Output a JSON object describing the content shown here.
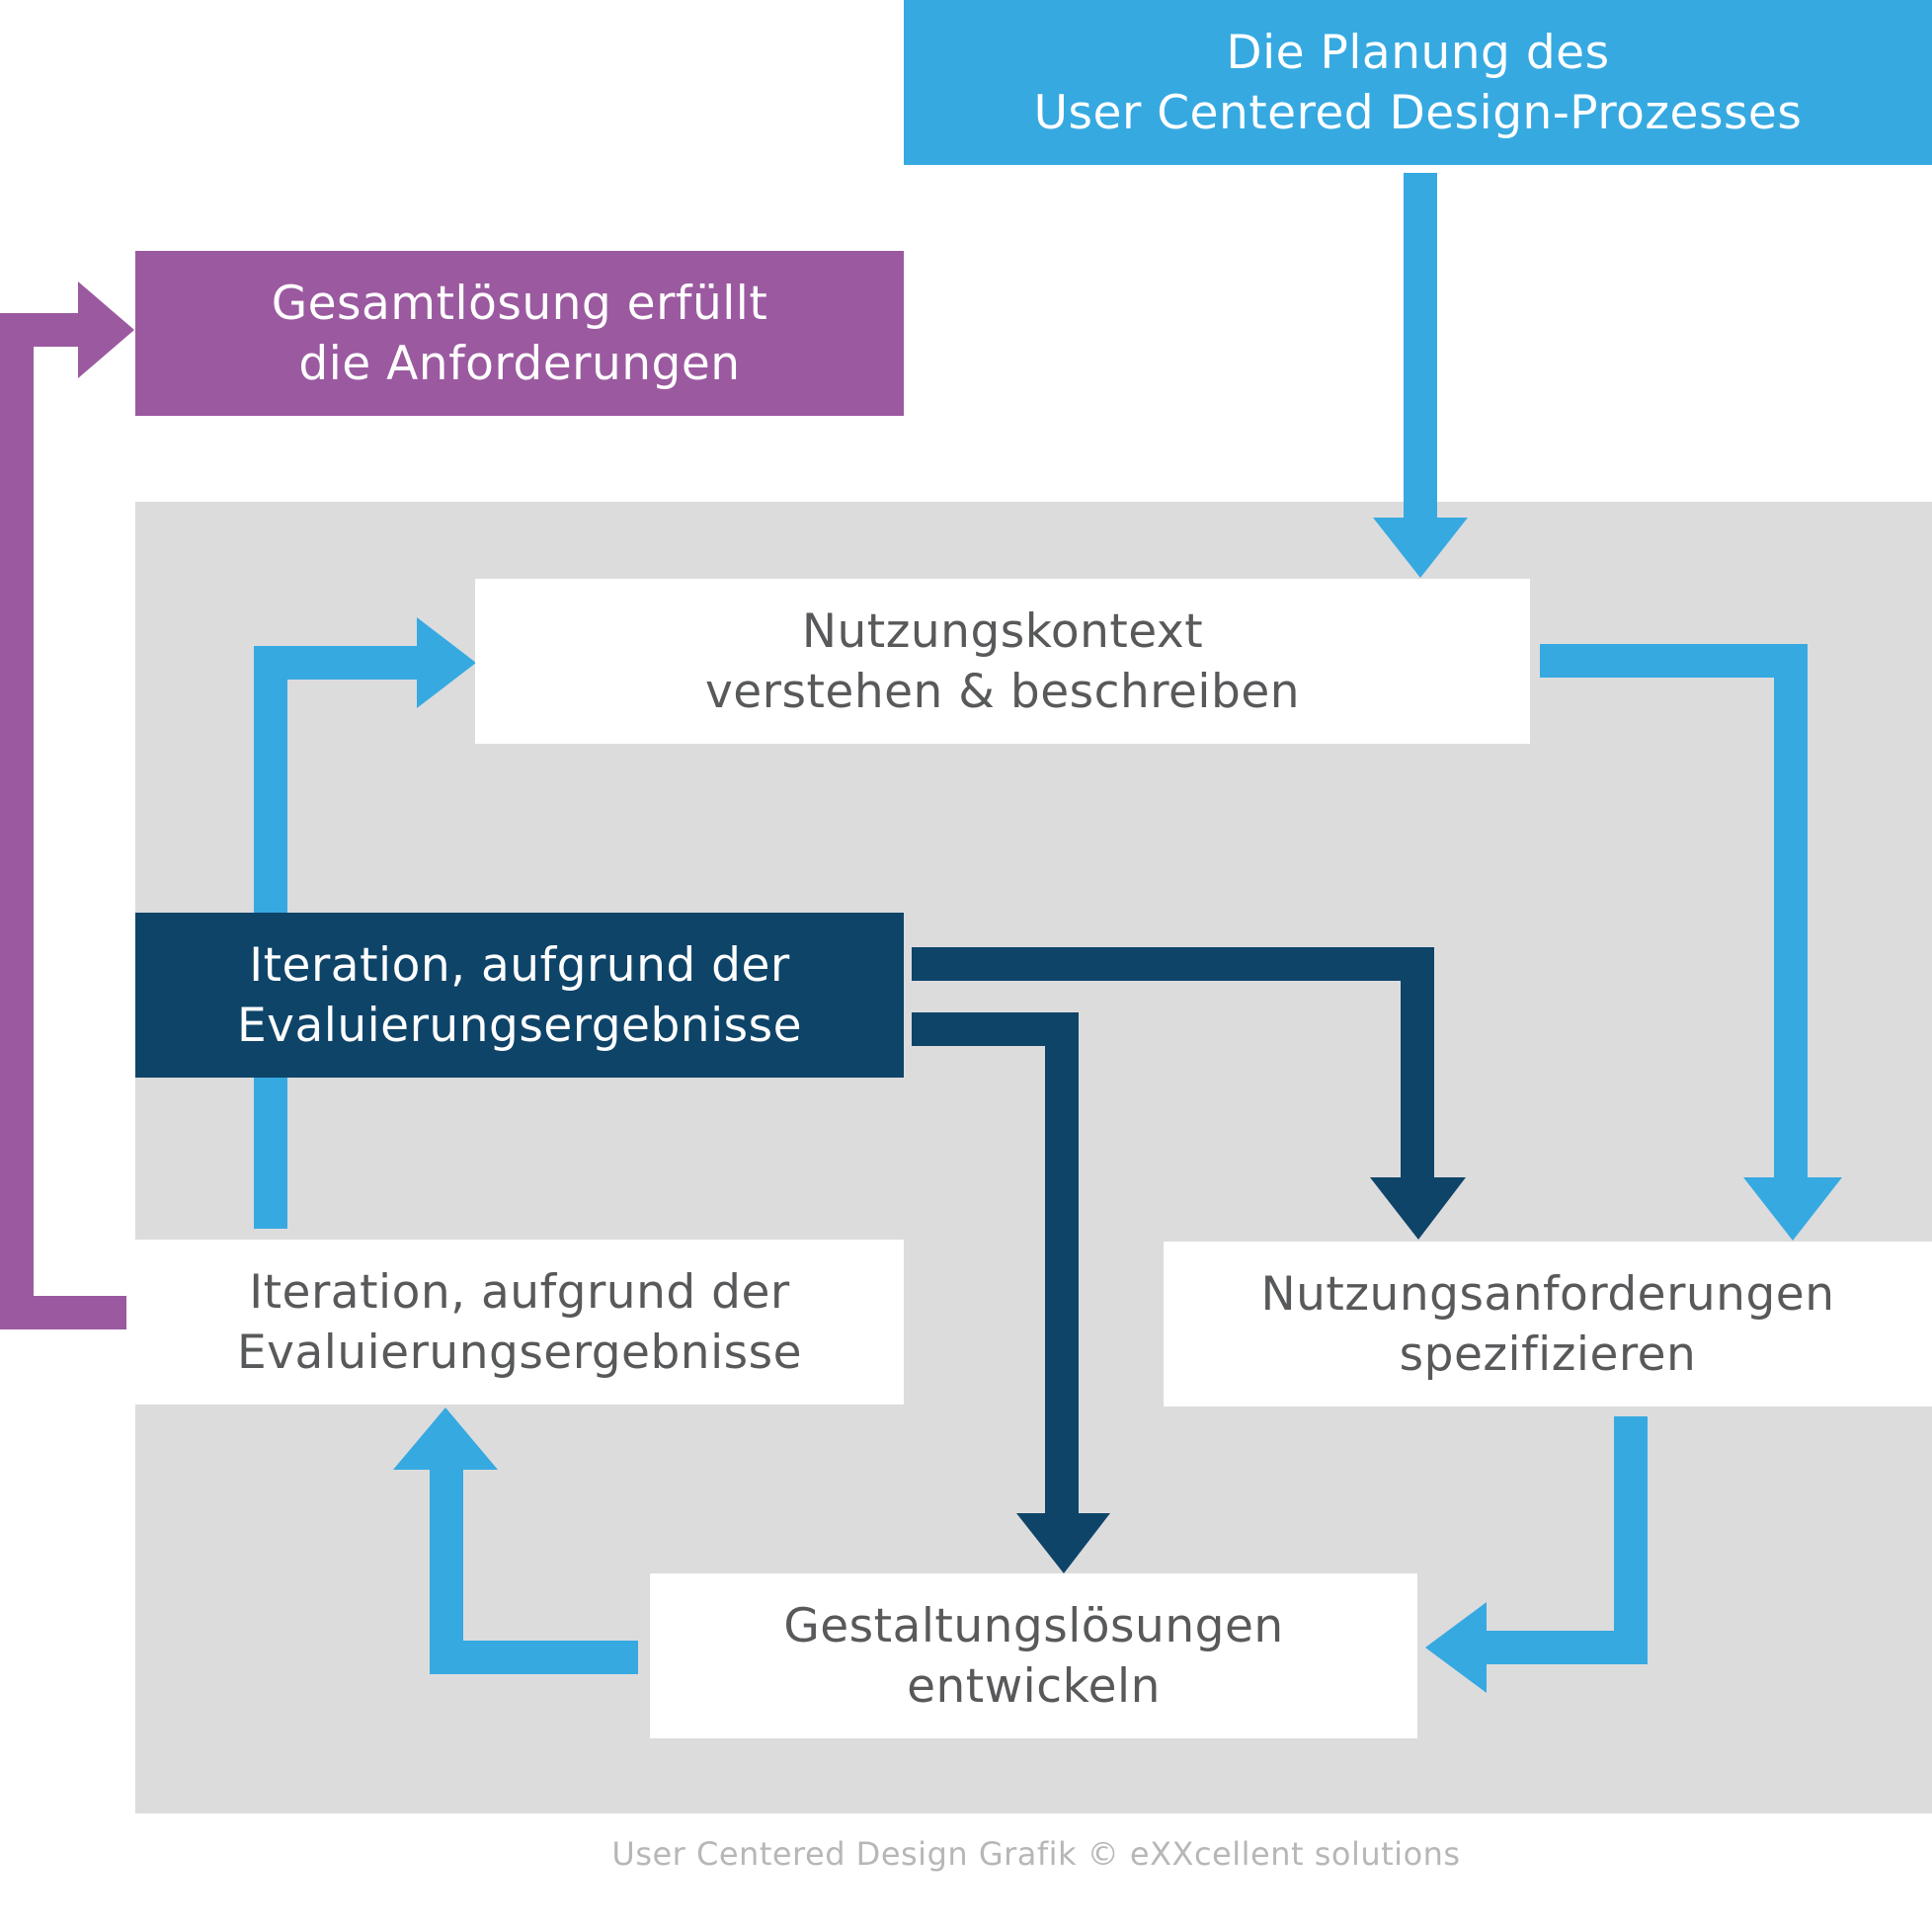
{
  "colors": {
    "light_blue": "#36a9e1",
    "dark_blue": "#0f4469",
    "purple": "#9b59a0",
    "gray_panel": "#dcdcdd",
    "box_text": "#58595b",
    "caption_text": "#b7b7b7"
  },
  "nodes": {
    "planning": {
      "line1": "Die Planung des",
      "line2": "User Centered Design-Prozesses"
    },
    "overall_solution": {
      "line1": "Gesamtlösung erfüllt",
      "line2": "die Anforderungen"
    },
    "context": {
      "line1": "Nutzungskontext",
      "line2": "verstehen & beschreiben"
    },
    "iteration_dark": {
      "line1": "Iteration, aufgrund der",
      "line2": "Evaluierungsergebnisse"
    },
    "iteration_white": {
      "line1": "Iteration, aufgrund der",
      "line2": "Evaluierungsergebnisse"
    },
    "requirements": {
      "line1": "Nutzungsanforderungen",
      "line2": "spezifizieren"
    },
    "design_solutions": {
      "line1": "Gestaltungslösungen",
      "line2": "entwickeln"
    }
  },
  "caption": "User Centered Design Grafik © eXXcellent solutions",
  "icons": {
    "arrow_planning_to_context": "arrow-down-icon",
    "arrow_context_to_requirements": "arrow-down-icon",
    "arrow_requirements_to_design": "arrow-left-icon",
    "arrow_design_to_evaluation": "arrow-up-icon",
    "arrow_evaluation_to_context": "arrow-right-icon",
    "arrow_evaluation_to_overall": "arrow-right-icon",
    "arrow_iteration_to_requirements": "arrow-down-icon",
    "arrow_iteration_to_design": "arrow-down-icon"
  }
}
